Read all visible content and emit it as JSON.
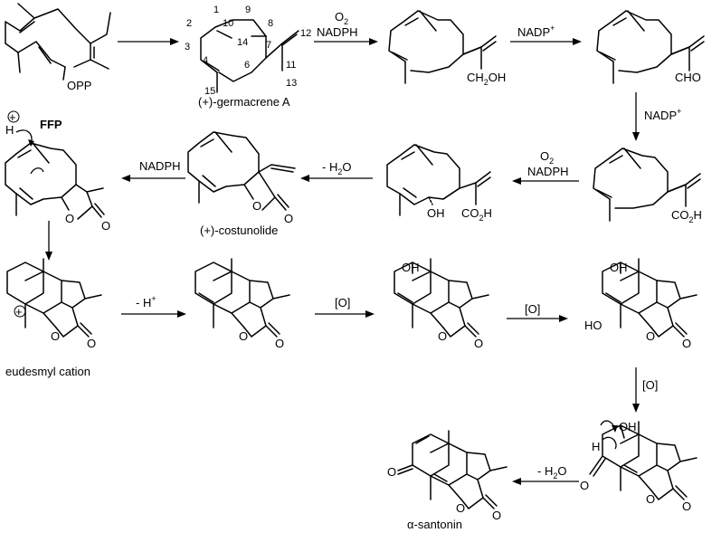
{
  "compounds": {
    "ffp": {
      "name": "FFP",
      "group": "OPP"
    },
    "germacreneA": {
      "name": "(+)-germacrene A",
      "atom_numbers": [
        "1",
        "2",
        "3",
        "4",
        "6",
        "7",
        "8",
        "9",
        "10",
        "11",
        "12",
        "13",
        "14",
        "15"
      ]
    },
    "alcohol": {
      "group_ch2": "CH",
      "group_sub": "2",
      "group_oh": "OH"
    },
    "aldehyde": {
      "group": "CHO"
    },
    "acid": {
      "group_co": "CO",
      "group_sub": "2",
      "group_h": "H"
    },
    "hydroxyAcid": {
      "oh": "OH",
      "group_co": "CO",
      "group_sub": "2",
      "group_h": "H"
    },
    "costunolide": {
      "name": "(+)-costunolide",
      "o_ring": "O",
      "o_carbonyl": "O"
    },
    "protonated": {
      "h": "H",
      "plus": "+",
      "o_ring": "O",
      "o_carbonyl": "O"
    },
    "eudesmyl": {
      "name": "eudesmyl cation",
      "plus": "+",
      "o_ring": "O",
      "o_carbonyl": "O"
    },
    "alkene": {
      "o_ring": "O",
      "o_carbonyl": "O"
    },
    "hydroxy1": {
      "oh": "OH",
      "o_ring": "O",
      "o_carbonyl": "O"
    },
    "diol": {
      "oh_top": "OH",
      "oh_left": "HO",
      "o_ring": "O",
      "o_carbonyl": "O"
    },
    "ketone": {
      "oh": "OH",
      "h": "H",
      "o_ketone": "O",
      "o_ring": "O",
      "o_carbonyl": "O"
    },
    "santonin": {
      "name": "α-santonin",
      "o_ketone": "O",
      "o_ring": "O",
      "o_carbonyl": "O"
    }
  },
  "steps": {
    "ox1": {
      "line1_main": "O",
      "line1_sub": "2",
      "line2": "NADPH"
    },
    "dh1": {
      "main": "NADP",
      "sup": "+"
    },
    "dh2": {
      "main": "NADP",
      "sup": "+"
    },
    "ox2": {
      "line1_main": "O",
      "line1_sub": "2",
      "line2": "NADPH"
    },
    "dehyd1": {
      "text": "- H",
      "sub": "2",
      "tail": "O"
    },
    "red": {
      "text": "NADPH"
    },
    "deprot": {
      "main": "- H",
      "sup": "+"
    },
    "o1": {
      "text": "[O]"
    },
    "o2": {
      "text": "[O]"
    },
    "o3": {
      "text": "[O]"
    },
    "dehyd2": {
      "text": "- H",
      "sub": "2",
      "tail": "O"
    }
  }
}
